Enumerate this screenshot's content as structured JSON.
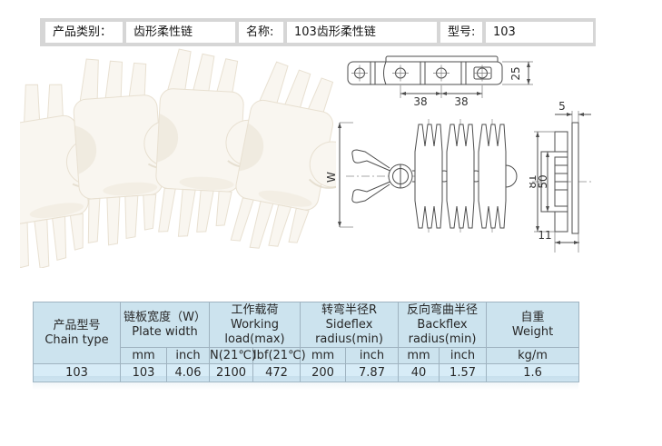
{
  "header_bar": {
    "fields": [
      {
        "label": "产品类别：",
        "value": "齿形柔性链"
      },
      {
        "label": "名称:",
        "value": "103齿形柔性链"
      },
      {
        "label": "型号:",
        "value": "103"
      }
    ]
  },
  "drawings": {
    "side_view": {
      "pitch_left": "38",
      "pitch_right": "38",
      "height": "25"
    },
    "top_view": {
      "width": "W"
    },
    "section_view": {
      "plate_thickness": "5",
      "overall_height": "81",
      "hub_height": "50",
      "hub_offset": "11"
    }
  },
  "spec_table": {
    "product_col": {
      "cn": "产品型号",
      "en": "Chain type"
    },
    "groups": [
      {
        "cn": "链板宽度（W）",
        "en": "Plate width",
        "u1": "mm",
        "u2": "inch"
      },
      {
        "cn": "工作载荷",
        "en": "Working load(max)",
        "u1": "N(21℃)",
        "u2": "lbf(21℃)"
      },
      {
        "cn": "转弯半径R",
        "en": "Sideflex radius(min)",
        "u1": "mm",
        "u2": "inch"
      },
      {
        "cn": "反向弯曲半径",
        "en": "Backflex radius(min)",
        "u1": "mm",
        "u2": "inch"
      }
    ],
    "weight_col": {
      "cn": "自重",
      "en": "Weight",
      "u1": "kg/m"
    },
    "data_row": [
      "103",
      "103",
      "4.06",
      "2100",
      "472",
      "200",
      "7.87",
      "40",
      "1.57",
      "1.6"
    ]
  },
  "colors": {
    "table_header_bg": "#cce3ee",
    "table_row_bg": "#d7ecf7",
    "table_border": "#9fb3c0",
    "header_bar_bg": "#d6d6d6",
    "accent_line": "#4d4d4d"
  }
}
